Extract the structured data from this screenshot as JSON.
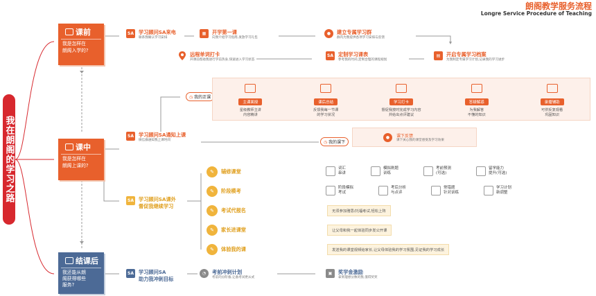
{
  "title": {
    "main": "朗阁教学服务流程",
    "sub": "Longre Service Procedure of Teaching"
  },
  "path_label": "我在朗阁的学习之路",
  "stages": [
    {
      "title": "课前",
      "question": [
        "我是怎样在",
        "朗阁入学的?"
      ]
    },
    {
      "title": "课中",
      "question": [
        "我是怎样在",
        "朗阁上课的?"
      ]
    },
    {
      "title": "结课后",
      "question": [
        "我还能从朗",
        "阁获得哪些",
        "服务?"
      ]
    }
  ],
  "before": {
    "steps": [
      {
        "icon": "SA",
        "title": "学习顾问SA来电",
        "desc": "联系我确认学习安排"
      },
      {
        "icon": "class-icon",
        "title": "开学第一课",
        "desc": "向我介绍学习指南,发放学习礼包"
      },
      {
        "icon": "wechat-icon",
        "title": "建立专属学习群",
        "desc": "群内为我提供各项学习安排与反馈"
      },
      {
        "icon": "archive-icon",
        "title": "开启专属学习档案",
        "desc": "为我制定专属学习计划,记录我的学习进步"
      },
      {
        "icon": "SA",
        "title": "定制学习课表",
        "desc": "参考我的时间,定制合理的课程规划"
      },
      {
        "icon": "pin-icon",
        "title": "远程单词打卡",
        "desc": "开课前帮助我进行学前热身,快速进入学习状态"
      }
    ]
  },
  "during": {
    "sa_notice": {
      "title": "学习顾问SA通知上课",
      "desc": "微信群通知我上课时间"
    },
    "main_class": {
      "pill": "我的正课",
      "services": [
        {
          "label": "主课面授",
          "desc": [
            "星级教师主讲",
            "内容精讲"
          ]
        },
        {
          "label": "课后总结",
          "desc": [
            "反馈我每一节课",
            "的学习状况"
          ]
        },
        {
          "label": "学习打卡",
          "desc": [
            "督促我按时完成学习内容",
            "并给出点评建议"
          ]
        },
        {
          "label": "答疑解惑",
          "desc": [
            "为我解答",
            "不懂的知识"
          ]
        },
        {
          "label": "录播辅助",
          "desc": [
            "可供反复观看",
            "巩固知识"
          ]
        }
      ]
    },
    "after_class": {
      "pill": "我的课下",
      "title": "课下反馈",
      "desc": "课下关心我的课堂感受及学习效果"
    },
    "sa_outside": {
      "title": "学习顾问SA课外",
      "title2": "督促我继续学习"
    },
    "activities": [
      {
        "title": "辅修课堂",
        "steps": [
          [
            "词汇",
            "串讲"
          ],
          [
            "模拟刷题",
            "训练"
          ],
          [
            "考前预测",
            "(可选)"
          ],
          [
            "留学能力",
            "提升(可选)"
          ]
        ]
      },
      {
        "title": "阶段模考",
        "steps": [
          [
            "阶段模拟",
            "考试"
          ],
          [
            "考后分析",
            "与点评"
          ],
          [
            "常错题",
            "针对训练"
          ],
          [
            "学习计划",
            "新调整"
          ]
        ]
      },
      {
        "title": "考试代报名",
        "bar": "无须参加雅思/托福考试,轻松上阵"
      },
      {
        "title": "家长进课堂",
        "bar": "让父母和我一起体验同步发公开课"
      },
      {
        "title": "体验我的课",
        "bar": "发送我的课堂视频给家长,让父母体验我的学习氛围,见证我的学习成长"
      }
    ]
  },
  "after": {
    "sa": {
      "title": "学习顾问SA",
      "title2": "助力我冲刺目标"
    },
    "plan": {
      "title": "考前冲刺计划",
      "desc": "考前的分阶备,让备考试更从式"
    },
    "award": {
      "title": "奖学金激励",
      "desc": "拿到理想分数的我,值得奖奖"
    }
  }
}
